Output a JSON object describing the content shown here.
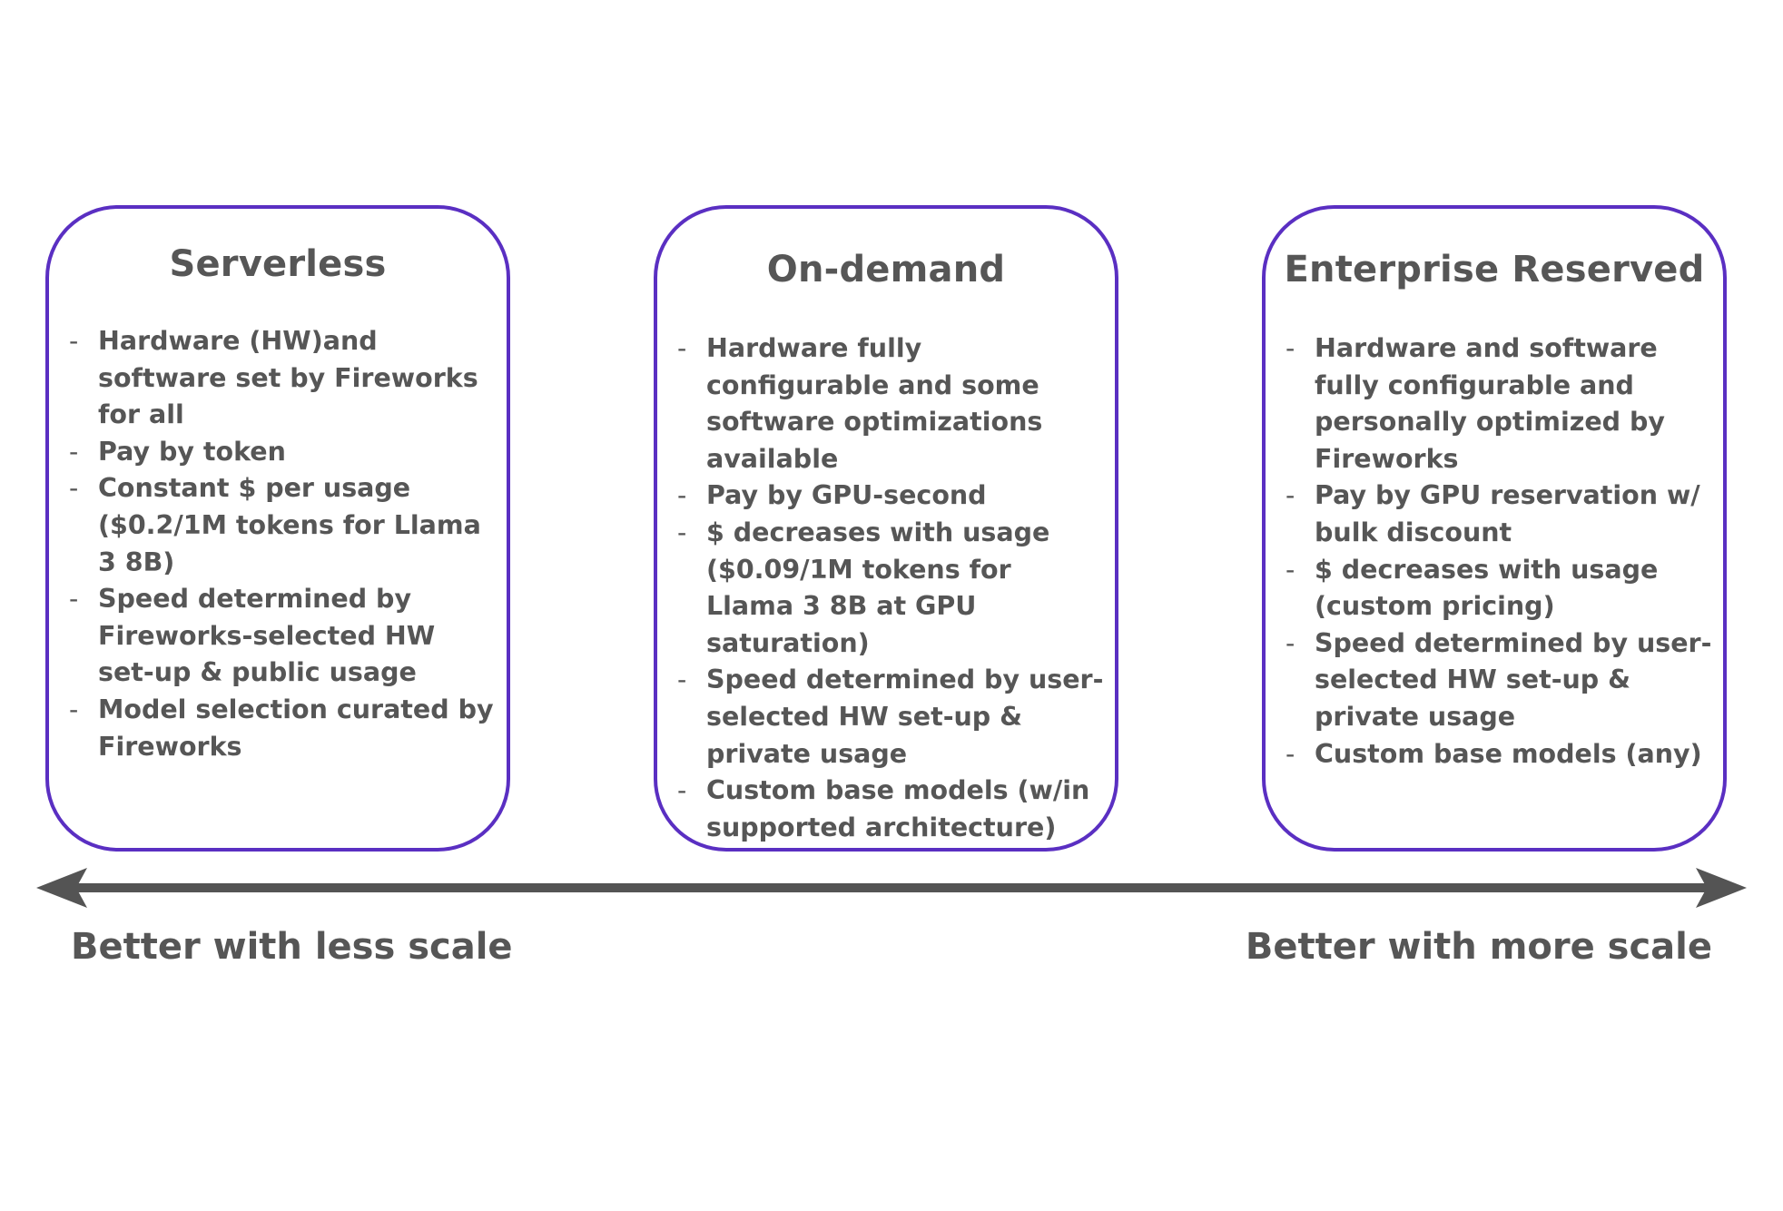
{
  "cards": [
    {
      "title": "Serverless",
      "bullets": [
        "Hardware (HW)and software set by Fireworks for all",
        "Pay by token",
        "Constant $ per usage ($0.2/1M tokens for Llama 3 8B)",
        "Speed determined by Fireworks-selected HW set-up & public usage",
        "Model selection curated by Fireworks"
      ]
    },
    {
      "title": "On-demand",
      "bullets": [
        "Hardware fully configurable and some software optimizations available",
        "Pay by GPU-second",
        "$ decreases with usage ($0.09/1M tokens for Llama 3 8B at GPU saturation)",
        "Speed determined by user-selected HW set-up & private usage",
        "Custom base models (w/in supported architecture)"
      ]
    },
    {
      "title": "Enterprise Reserved",
      "bullets": [
        "Hardware and software fully configurable and personally optimized by Fireworks",
        "Pay by GPU reservation w/ bulk discount",
        "$ decreases with usage (custom pricing)",
        "Speed determined by user-selected  HW set-up & private usage",
        "Custom base models (any)"
      ]
    }
  ],
  "scale": {
    "left_label": "Better with less scale",
    "right_label": "Better with more scale"
  },
  "colors": {
    "card_border": "#5a2fc2",
    "text": "#565656",
    "arrow": "#545454"
  }
}
